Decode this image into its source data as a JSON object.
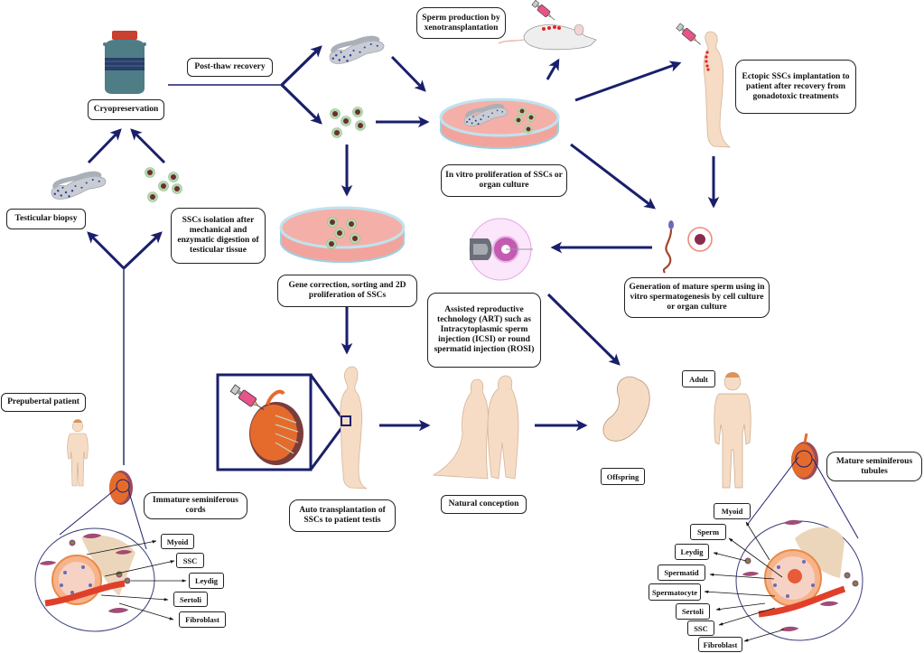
{
  "title": "SSC cryopreservation and fertility restoration strategies",
  "colors": {
    "arrow": "#1a1f6b",
    "skin": "#f6dcc4",
    "dish_medium": "#f2a49c",
    "dish_rim": "#bfe3ef",
    "tissue_gray": "#c9cdd3",
    "tissue_dot": "#2e3fa0",
    "cell_ring": "#b6d9b0",
    "cell_core": "#6b2e2e",
    "testis_orange": "#e56b2c",
    "testis_outer": "#9a4b5a",
    "syringe": "#e8538a",
    "canister": "#4f7d86",
    "canister_band": "#2a3d6b",
    "canister_cap": "#c8402f",
    "oocyte_zone": "#f3c7f2",
    "oocyte": "#c45ab2",
    "vessel": "#e0402a",
    "fibroblast": "#a44a78",
    "leydig_core": "#5aa02c"
  },
  "labels": {
    "post_thaw": "Post-thaw recovery",
    "cryo": "Cryopreservation",
    "biopsy": "Testicular biopsy",
    "ssc_isolation": "SSCs isolation after mechanical and enzymatic digestion of testicular tissue",
    "xeno": "Sperm production by xenotransplantation",
    "in_vitro": "In vitro proliferation of SSCs or organ culture",
    "ectopic": "Ectopic SSCs implantation to patient after recovery from gonadotoxic treatments",
    "gene_correction": "Gene correction, sorting and 2D proliferation of SSCs",
    "art": "Assisted reproductive technology (ART) such as Intracytoplasmic sperm injection (ICSI) or round spermatid injection (ROSI)",
    "mature_sperm": "Generation of mature sperm using in vitro spermatogenesis by cell culture or organ culture",
    "prepubertal": "Prepubertal patient",
    "immature_cords": "Immature seminiferous cords",
    "auto_transplant": "Auto transplantation of SSCs to patient testis",
    "natural_conception": "Natural conception",
    "offspring": "Offspring",
    "adult": "Adult",
    "mature_tubules": "Mature seminiferous tubules"
  },
  "immature_cell_labels": [
    "Myoid",
    "SSC",
    "Leydig",
    "Sertoli",
    "Fibroblast"
  ],
  "mature_cell_labels": [
    "Myoid",
    "Sperm",
    "Leydig",
    "Spermatid",
    "Spermatocyte",
    "Sertoli",
    "SSC",
    "Fibroblast"
  ],
  "icons": {
    "canister": "liquid-nitrogen-canister-icon",
    "tissue": "seminiferous-tubule-tissue-icon",
    "cells": "ssc-cell-cluster-icon",
    "dish": "petri-dish-icon",
    "mouse": "mouse-xenograft-icon",
    "person": "human-figure-icon",
    "sperm": "sperm-cell-icon",
    "oocyte": "icsi-oocyte-icon",
    "couple": "couple-silhouette-icon",
    "fetus": "fetus-icon",
    "testis": "testis-icon",
    "syringe": "syringe-icon"
  }
}
